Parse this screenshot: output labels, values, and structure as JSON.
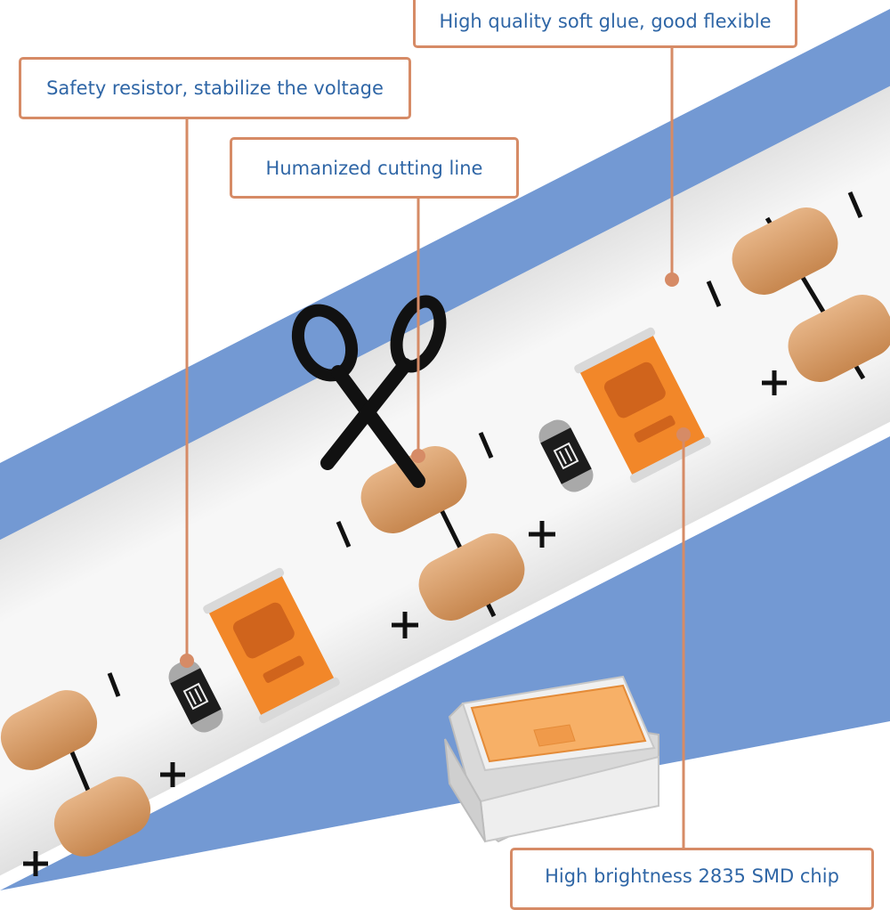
{
  "callouts": {
    "soft_glue": "High quality soft glue, good flexible",
    "resistor": "Safety resistor, stabilize the voltage",
    "cutting_line": "Humanized cutting line",
    "smd_chip": "High brightness 2835 SMD chip"
  },
  "pad_marks": {
    "minus": "I",
    "plus": "+"
  },
  "icons": {
    "cut": "scissors-icon"
  },
  "colors": {
    "background_band": "#7399d3",
    "strip": "#f4f4f4",
    "led_orange": "#f28729",
    "copper_pad": "#d99e68",
    "callout_border": "#d68b66",
    "callout_text": "#2f66a6"
  }
}
